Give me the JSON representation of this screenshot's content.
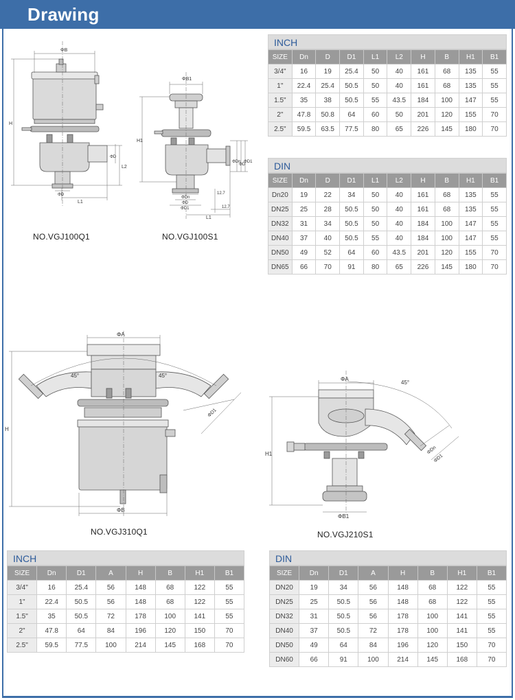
{
  "page": {
    "title": "Drawing"
  },
  "captions": {
    "q1": "NO.VGJ100Q1",
    "s1": "NO.VGJ100S1",
    "q310": "NO.VGJ310Q1",
    "s210": "NO.VGJ210S1"
  },
  "dim_labels": {
    "phiB": "ΦB",
    "phiB1": "ΦB1",
    "phiD": "ΦD",
    "phiDn": "ΦDn",
    "phiD1": "ΦD1",
    "phiA": "ΦA",
    "H": "H",
    "H1": "H1",
    "L1": "L1",
    "L2": "L2",
    "deg45": "45°",
    "dim127": "12.7"
  },
  "tables": {
    "top_inch": {
      "title": "INCH",
      "headers": [
        "SIZE",
        "Dn",
        "D",
        "D1",
        "L1",
        "L2",
        "H",
        "B",
        "H1",
        "B1"
      ],
      "rows": [
        [
          "3/4\"",
          "16",
          "19",
          "25.4",
          "50",
          "40",
          "161",
          "68",
          "135",
          "55"
        ],
        [
          "1\"",
          "22.4",
          "25.4",
          "50.5",
          "50",
          "40",
          "161",
          "68",
          "135",
          "55"
        ],
        [
          "1.5\"",
          "35",
          "38",
          "50.5",
          "55",
          "43.5",
          "184",
          "100",
          "147",
          "55"
        ],
        [
          "2\"",
          "47.8",
          "50.8",
          "64",
          "60",
          "50",
          "201",
          "120",
          "155",
          "70"
        ],
        [
          "2.5\"",
          "59.5",
          "63.5",
          "77.5",
          "80",
          "65",
          "226",
          "145",
          "180",
          "70"
        ]
      ]
    },
    "top_din": {
      "title": "DIN",
      "headers": [
        "SIZE",
        "Dn",
        "D",
        "D1",
        "L1",
        "L2",
        "H",
        "B",
        "H1",
        "B1"
      ],
      "rows": [
        [
          "Dn20",
          "19",
          "22",
          "34",
          "50",
          "40",
          "161",
          "68",
          "135",
          "55"
        ],
        [
          "DN25",
          "25",
          "28",
          "50.5",
          "50",
          "40",
          "161",
          "68",
          "135",
          "55"
        ],
        [
          "DN32",
          "31",
          "34",
          "50.5",
          "50",
          "40",
          "184",
          "100",
          "147",
          "55"
        ],
        [
          "DN40",
          "37",
          "40",
          "50.5",
          "55",
          "40",
          "184",
          "100",
          "147",
          "55"
        ],
        [
          "DN50",
          "49",
          "52",
          "64",
          "60",
          "43.5",
          "201",
          "120",
          "155",
          "70"
        ],
        [
          "DN65",
          "66",
          "70",
          "91",
          "80",
          "65",
          "226",
          "145",
          "180",
          "70"
        ]
      ]
    },
    "bottom_inch": {
      "title": "INCH",
      "headers": [
        "SIZE",
        "Dn",
        "D1",
        "A",
        "H",
        "B",
        "H1",
        "B1"
      ],
      "rows": [
        [
          "3/4\"",
          "16",
          "25.4",
          "56",
          "148",
          "68",
          "122",
          "55"
        ],
        [
          "1\"",
          "22.4",
          "50.5",
          "56",
          "148",
          "68",
          "122",
          "55"
        ],
        [
          "1.5\"",
          "35",
          "50.5",
          "72",
          "178",
          "100",
          "141",
          "55"
        ],
        [
          "2\"",
          "47.8",
          "64",
          "84",
          "196",
          "120",
          "150",
          "70"
        ],
        [
          "2.5\"",
          "59.5",
          "77.5",
          "100",
          "214",
          "145",
          "168",
          "70"
        ]
      ]
    },
    "bottom_din": {
      "title": "DIN",
      "headers": [
        "SIZE",
        "Dn",
        "D1",
        "A",
        "H",
        "B",
        "H1",
        "B1"
      ],
      "rows": [
        [
          "DN20",
          "19",
          "34",
          "56",
          "148",
          "68",
          "122",
          "55"
        ],
        [
          "DN25",
          "25",
          "50.5",
          "56",
          "148",
          "68",
          "122",
          "55"
        ],
        [
          "DN32",
          "31",
          "50.5",
          "56",
          "178",
          "100",
          "141",
          "55"
        ],
        [
          "DN40",
          "37",
          "50.5",
          "72",
          "178",
          "100",
          "141",
          "55"
        ],
        [
          "DN50",
          "49",
          "64",
          "84",
          "196",
          "120",
          "150",
          "70"
        ],
        [
          "DN60",
          "66",
          "91",
          "100",
          "214",
          "145",
          "168",
          "70"
        ]
      ]
    }
  }
}
